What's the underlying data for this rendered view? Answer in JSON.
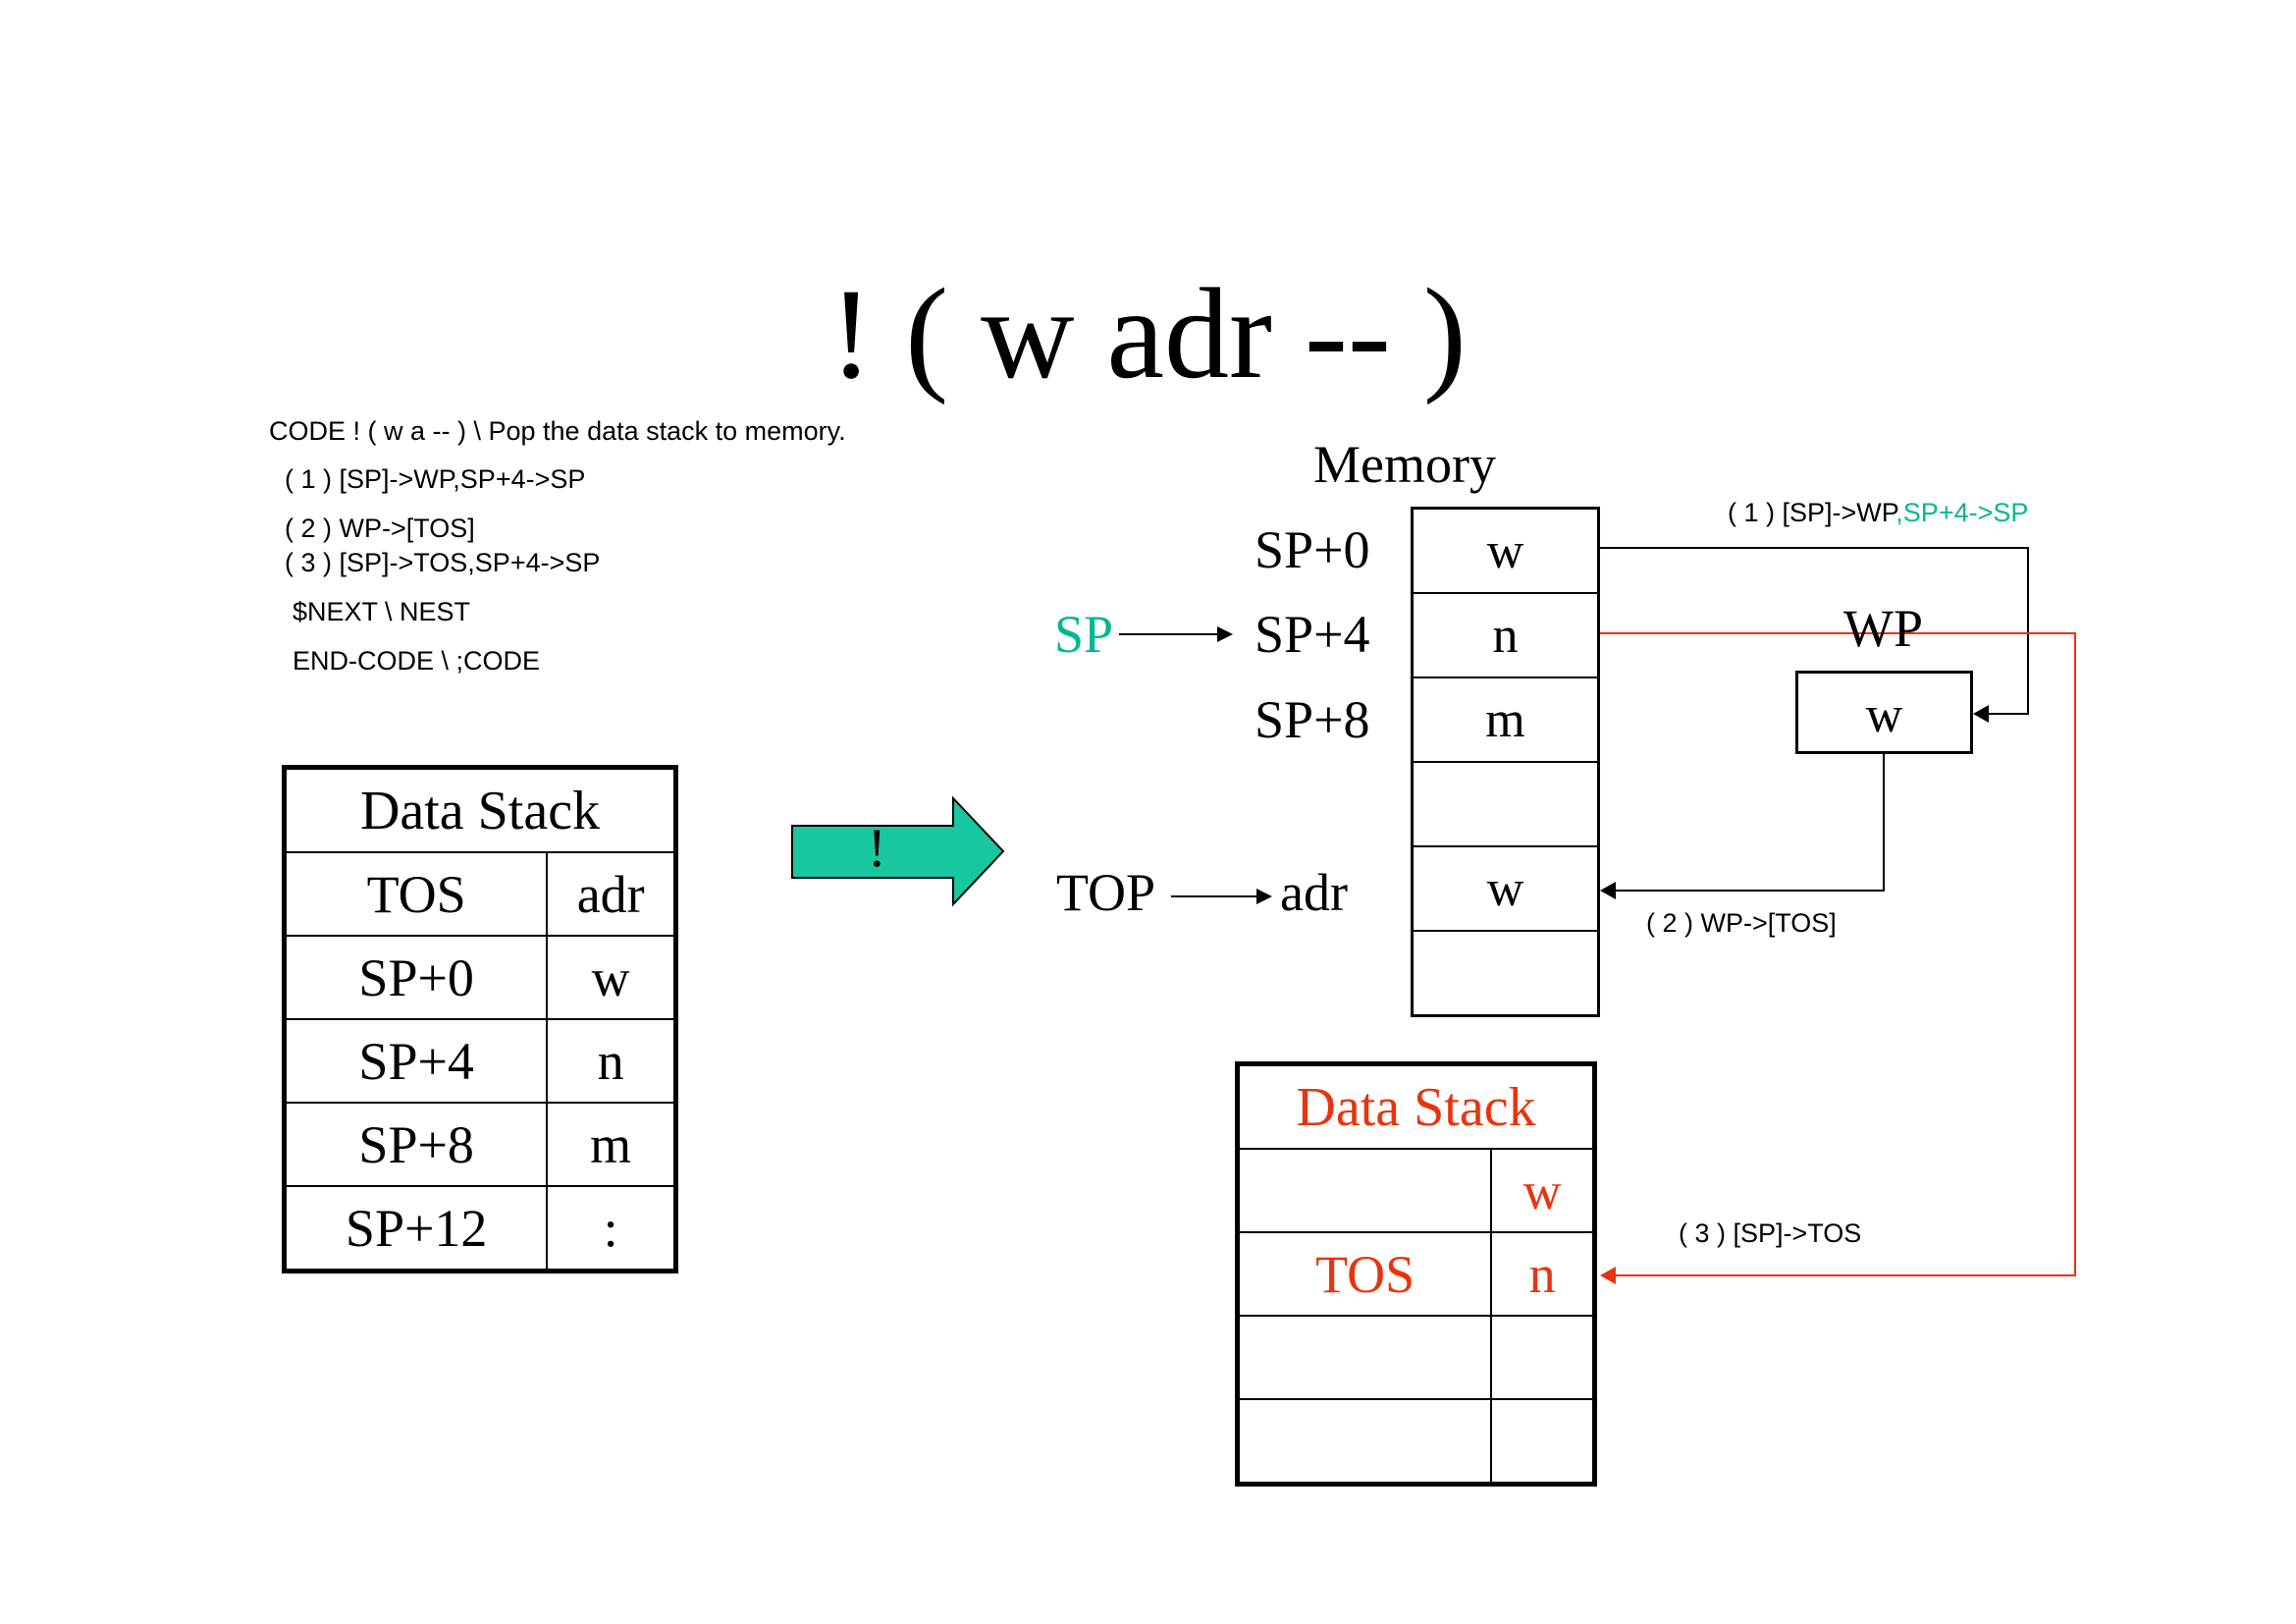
{
  "title": "! ( w adr -- )",
  "code": {
    "line1": "CODE ! ( w a -- ) \\ Pop the data stack to memory.",
    "line2": "( 1 ) [SP]->WP,SP+4->SP",
    "line3": "( 2 )  WP->[TOS]",
    "line4": "( 3 ) [SP]->TOS,SP+4->SP",
    "line5": "$NEXT \\ NEST",
    "line6": "END-CODE \\ ;CODE"
  },
  "left_stack": {
    "header": "Data Stack",
    "rows": [
      {
        "label": "TOS",
        "value": "adr"
      },
      {
        "label": "SP+0",
        "value": "w"
      },
      {
        "label": "SP+4",
        "value": "n"
      },
      {
        "label": "SP+8",
        "value": "m"
      },
      {
        "label": "SP+12",
        "value": ":"
      }
    ]
  },
  "arrow": {
    "label": "!",
    "color": "#18c7a0"
  },
  "memory": {
    "title": "Memory",
    "labels": [
      "SP+0",
      "SP+4",
      "SP+8"
    ],
    "cells": [
      "w",
      "n",
      "m",
      "",
      "w",
      ""
    ],
    "sp_pointer": "SP",
    "top_pointer": "TOP",
    "adr_label": "adr"
  },
  "wp": {
    "label": "WP",
    "value": "w"
  },
  "steps": {
    "step1_a": "( 1 ) [SP]->WP",
    "step1_b": ",SP+4->SP",
    "step2": "( 2 ) WP->[TOS]",
    "step3": "( 3 ) [SP]->TOS"
  },
  "right_stack": {
    "header": "Data Stack",
    "rows": [
      {
        "label": "",
        "value": "w"
      },
      {
        "label": "TOS",
        "value": "n"
      },
      {
        "label": "",
        "value": ""
      },
      {
        "label": "",
        "value": ""
      }
    ]
  },
  "colors": {
    "teal": "#00b891",
    "red": "#e8340e",
    "arrow_fill": "#18c7a0"
  }
}
